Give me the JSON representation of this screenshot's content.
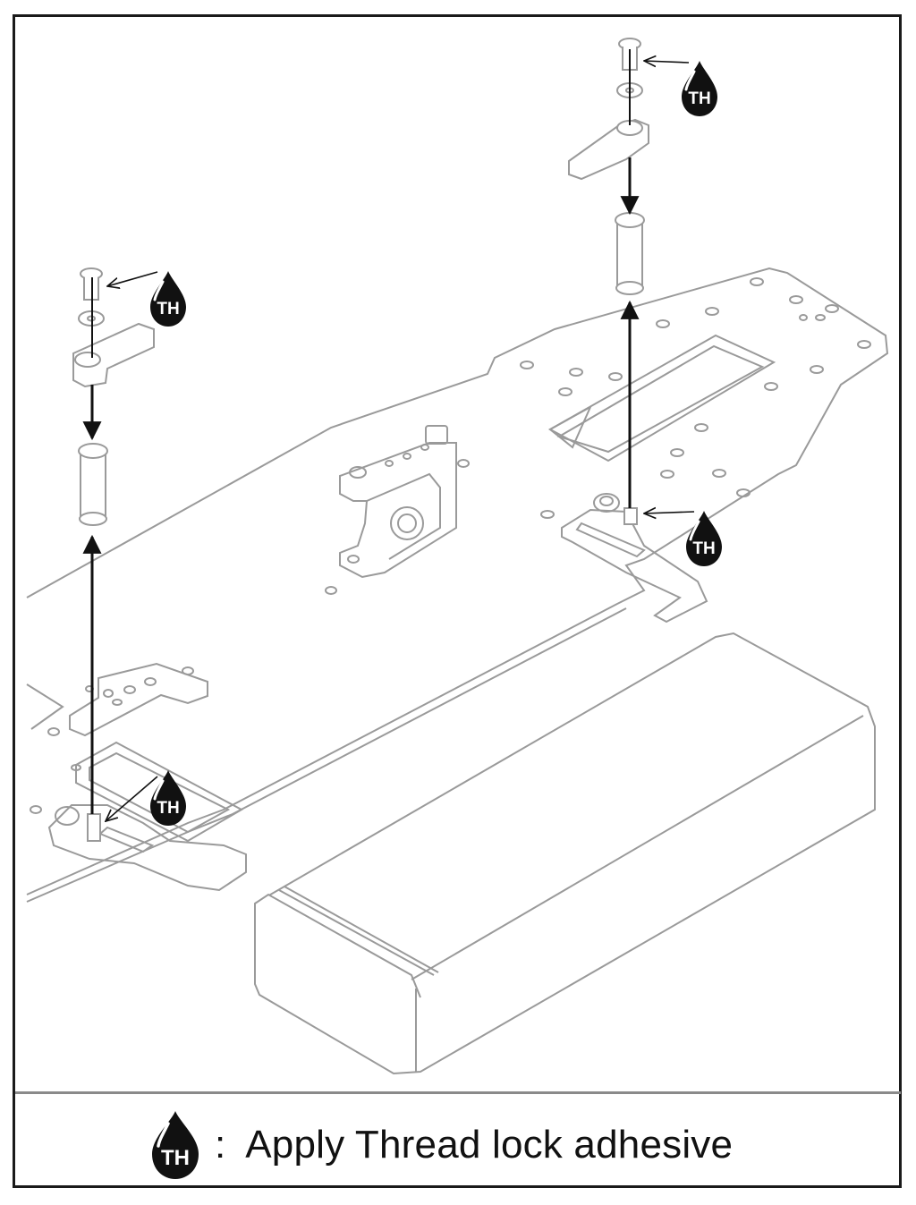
{
  "diagram": {
    "callout_label": "TH"
  },
  "legend": {
    "icon_label": "TH",
    "separator": ":",
    "text": "Apply Thread lock adhesive"
  },
  "colors": {
    "line": "#9a9a9a",
    "ink": "#111111",
    "frame": "#1a1a1a"
  }
}
